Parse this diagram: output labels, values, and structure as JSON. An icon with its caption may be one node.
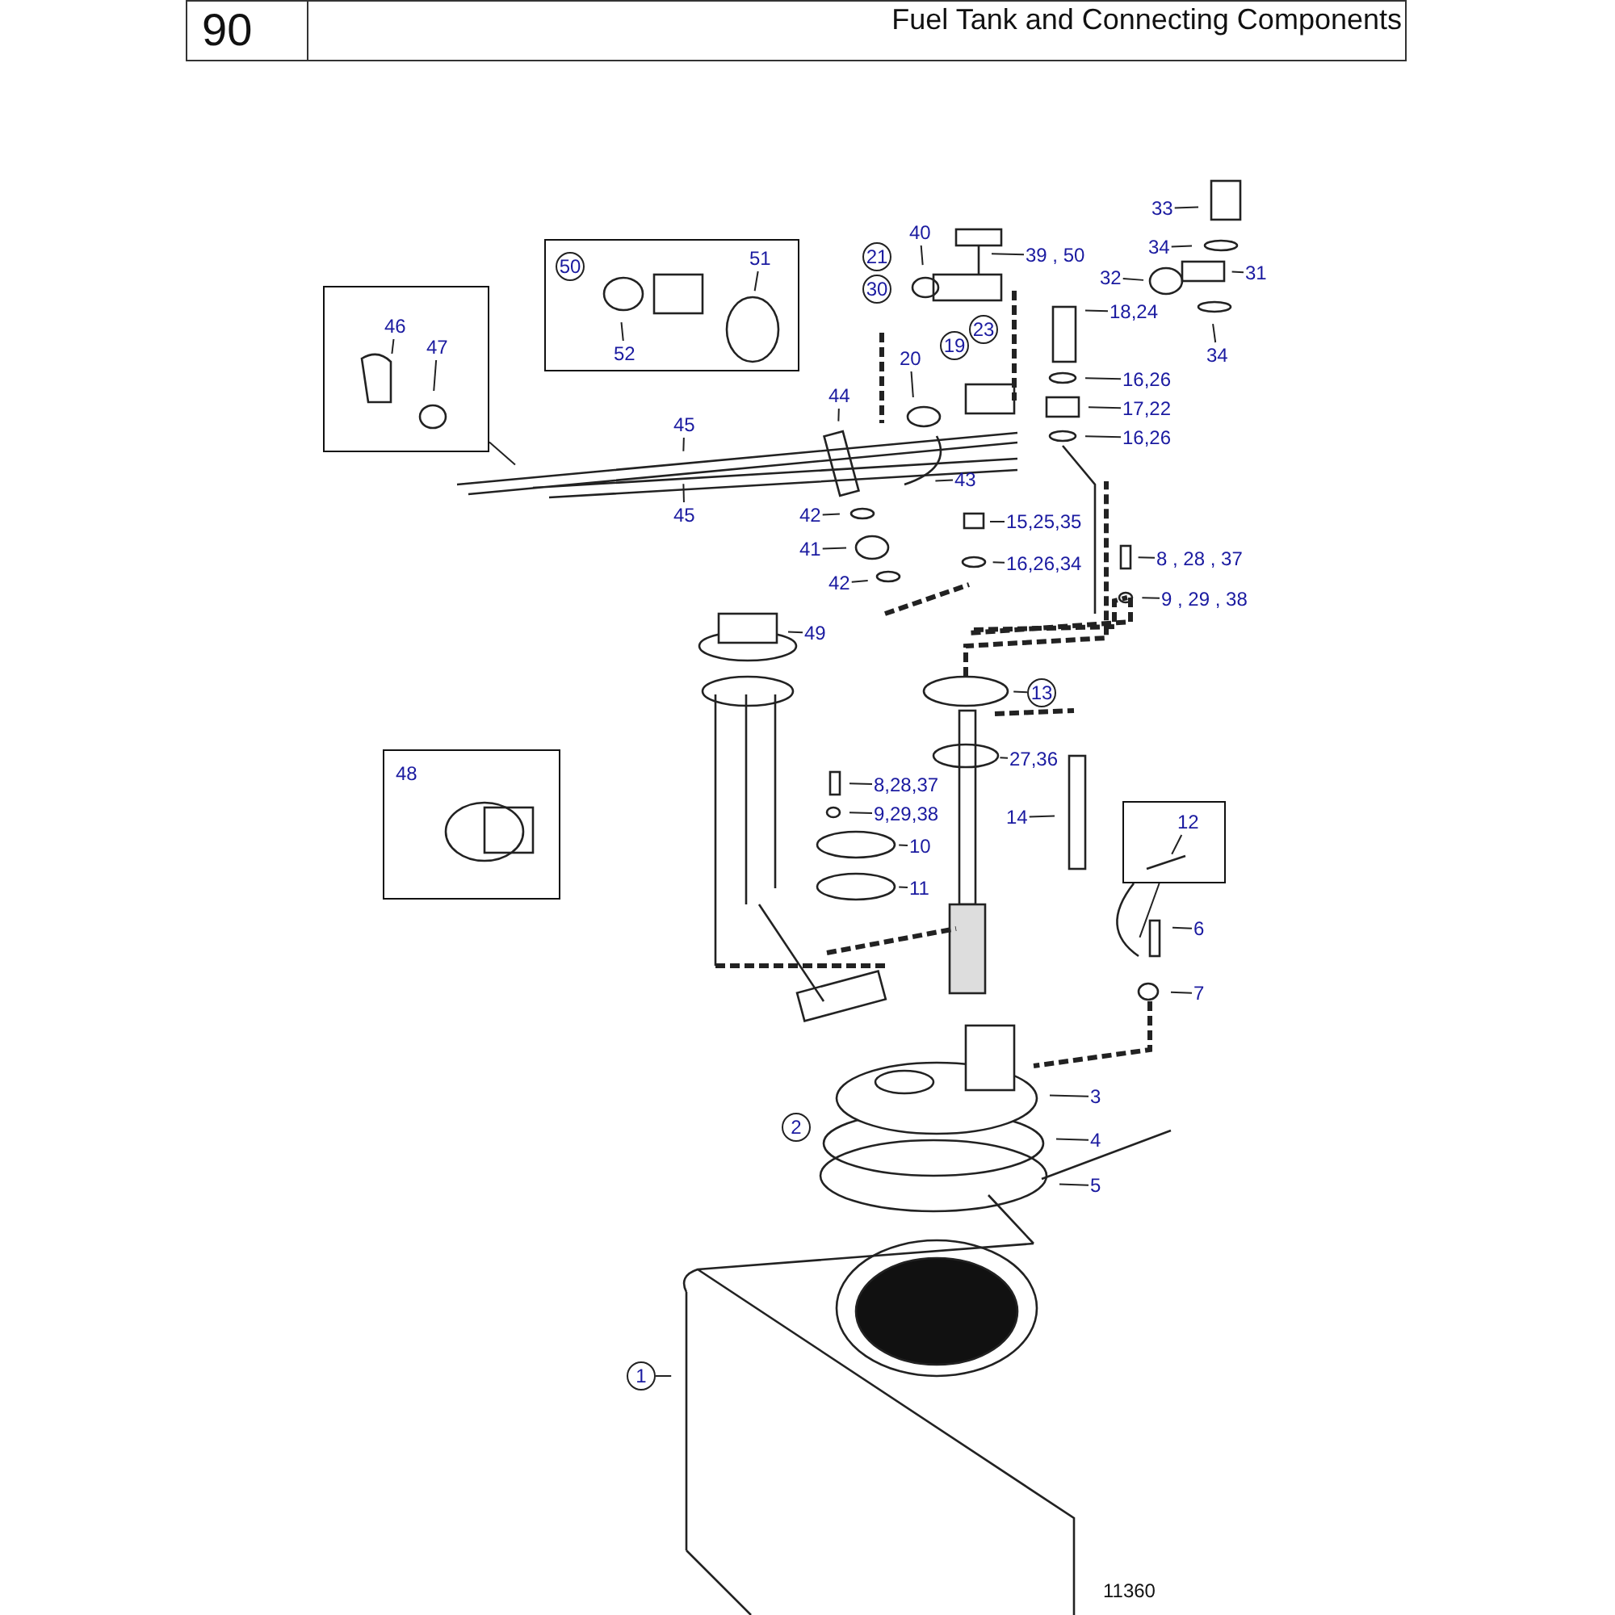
{
  "diagram": {
    "title": "Fuel Tank and Connecting Components",
    "nodes": [
      {
        "text": [],
        "shape": "box"
      },
      {
        "text": [
          "46"
        ],
        "in": 0
      },
      {
        "text": [
          "47"
        ],
        "in": 0
      },
      {
        "text": [],
        "shape": "box"
      },
      {
        "text": [
          "51"
        ],
        "in": 3
      },
      {
        "text": [
          "52"
        ],
        "in": 3
      },
      {
        "text": [
          "45"
        ]
      },
      {
        "text": [
          "40"
        ]
      },
      {
        "text": [
          "39 , 50"
        ]
      },
      {
        "text": [
          "33"
        ]
      },
      {
        "text": [
          "32"
        ]
      },
      {
        "text": [
          "34"
        ]
      },
      {
        "text": [
          "31"
        ]
      },
      {
        "text": [
          "34"
        ]
      },
      {
        "text": [
          "18,24"
        ]
      },
      {
        "text": [
          "20"
        ]
      },
      {
        "text": [
          "16,26"
        ]
      },
      {
        "text": [
          "17,22"
        ]
      },
      {
        "text": [
          "16,26"
        ]
      },
      {
        "text": [
          "44"
        ]
      },
      {
        "text": [
          "45"
        ]
      },
      {
        "text": [
          "43"
        ]
      },
      {
        "text": [
          "42"
        ]
      },
      {
        "text": [
          "15,25,35"
        ]
      },
      {
        "text": [
          "41"
        ]
      },
      {
        "text": [
          "16,26,34"
        ]
      },
      {
        "text": [
          "42"
        ]
      },
      {
        "text": [
          "8 , 28 , 37"
        ]
      },
      {
        "text": [
          "9 , 29 , 38"
        ]
      },
      {
        "text": [
          "49"
        ]
      },
      {
        "text": [
          "13"
        ]
      },
      {
        "text": [
          "27,36"
        ]
      },
      {
        "text": [
          "14"
        ]
      },
      {
        "text": [
          "48"
        ]
      },
      {
        "text": [
          "8,28,37"
        ]
      },
      {
        "text": [
          "9,29,38"
        ]
      },
      {
        "text": [
          "10"
        ]
      },
      {
        "text": [],
        "shape": "box"
      },
      {
        "text": [
          "12"
        ],
        "in": 37
      },
      {
        "text": [
          "11"
        ]
      },
      {
        "text": [
          "6"
        ]
      },
      {
        "text": [
          "7"
        ]
      },
      {
        "text": [
          "3"
        ]
      },
      {
        "text": [
          "4"
        ]
      },
      {
        "text": [
          "5"
        ]
      },
      {
        "text": [
          "1"
        ]
      },
      {
        "text": [
          "50"
        ],
        "in": 3
      },
      {
        "text": [
          "21"
        ]
      },
      {
        "text": [
          "30"
        ]
      },
      {
        "text": [
          "19"
        ]
      },
      {
        "text": [
          "23"
        ]
      },
      {
        "text": [
          "2"
        ]
      }
    ],
    "edges": [
      {
        "from": 0,
        "to": null,
        "arrow": "none"
      },
      {
        "from": 1,
        "to": null,
        "arrow": "none"
      },
      {
        "from": 2,
        "to": null,
        "arrow": "none"
      },
      {
        "from": 4,
        "to": null,
        "arrow": "none"
      },
      {
        "from": 5,
        "to": null,
        "arrow": "none"
      },
      {
        "from": 6,
        "to": null,
        "arrow": "none"
      },
      {
        "from": 7,
        "to": null,
        "arrow": "none"
      },
      {
        "from": 8,
        "to": null,
        "arrow": "none"
      },
      {
        "from": 9,
        "to": null,
        "arrow": "none"
      },
      {
        "from": 10,
        "to": null,
        "arrow": "none"
      },
      {
        "from": 11,
        "to": null,
        "arrow": "none"
      },
      {
        "from": 12,
        "to": null,
        "arrow": "none"
      },
      {
        "from": 13,
        "to": null,
        "arrow": "none"
      },
      {
        "from": 14,
        "to": null,
        "arrow": "none"
      },
      {
        "from": 15,
        "to": null,
        "arrow": "none"
      },
      {
        "from": 16,
        "to": null,
        "arrow": "none"
      },
      {
        "from": 17,
        "to": null,
        "arrow": "none"
      },
      {
        "from": 18,
        "to": null,
        "arrow": "none"
      },
      {
        "from": 19,
        "to": null,
        "arrow": "none"
      },
      {
        "from": 20,
        "to": null,
        "arrow": "none"
      },
      {
        "from": 21,
        "to": null,
        "arrow": "none"
      },
      {
        "from": 22,
        "to": null,
        "arrow": "none"
      },
      {
        "from": 23,
        "to": null,
        "arrow": "none"
      },
      {
        "from": 24,
        "to": null,
        "arrow": "none"
      },
      {
        "from": 25,
        "to": null,
        "arrow": "none"
      },
      {
        "from": 26,
        "to": null,
        "arrow": "none"
      },
      {
        "from": 27,
        "to": null,
        "arrow": "none"
      },
      {
        "from": 28,
        "to": null,
        "arrow": "none"
      },
      {
        "from": 29,
        "to": null,
        "arrow": "none"
      },
      {
        "from": 30,
        "to": null,
        "arrow": "none"
      },
      {
        "from": 31,
        "to": null,
        "arrow": "none"
      },
      {
        "from": 32,
        "to": null,
        "arrow": "none"
      },
      {
        "from": 34,
        "to": null,
        "arrow": "none"
      },
      {
        "from": 35,
        "to": null,
        "arrow": "none"
      },
      {
        "from": 36,
        "to": null,
        "arrow": "none"
      },
      {
        "from": 37,
        "to": null,
        "arrow": "none"
      },
      {
        "from": 38,
        "to": null,
        "arrow": "none"
      },
      {
        "from": 39,
        "to": null,
        "arrow": "none"
      },
      {
        "from": 40,
        "to": null,
        "arrow": "none"
      },
      {
        "from": 41,
        "to": null,
        "arrow": "none"
      },
      {
        "from": 42,
        "to": null,
        "arrow": "none"
      },
      {
        "from": 43,
        "to": null,
        "arrow": "none"
      },
      {
        "from": 44,
        "to": null,
        "arrow": "none"
      },
      {
        "from": 45,
        "to": null,
        "arrow": "none"
      }
    ],
    "labels": [
      "90",
      "11360"
    ]
  }
}
